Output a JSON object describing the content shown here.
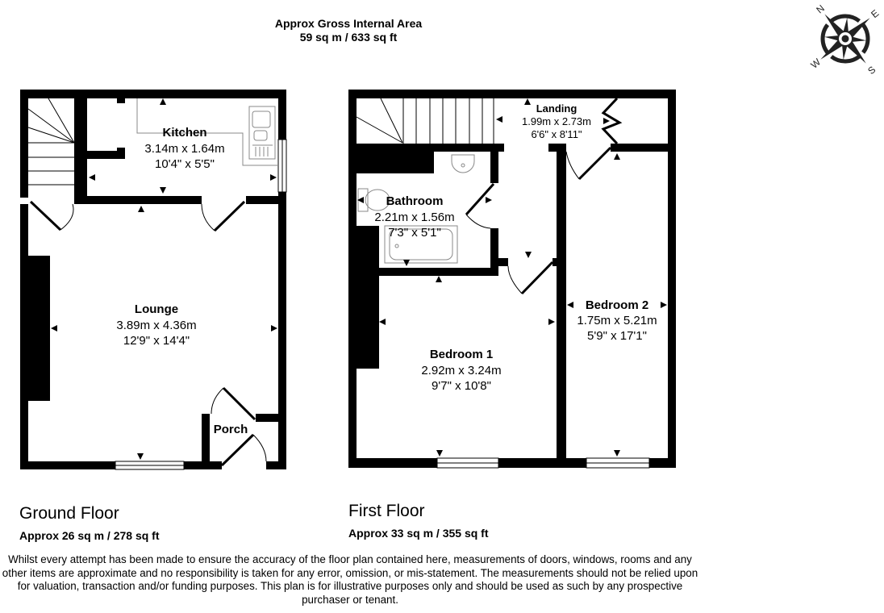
{
  "header": {
    "title": "Approx Gross Internal Area",
    "area": "59 sq m / 633 sq ft"
  },
  "compass": {
    "icon": "compass-rose-icon",
    "n": "N",
    "e": "E",
    "s": "S",
    "w": "W"
  },
  "ground_floor": {
    "label": "Ground Floor",
    "area": "Approx 26 sq m / 278 sq ft",
    "rooms": [
      {
        "name": "Kitchen",
        "metric": "3.14m x 1.64m",
        "imperial": "10'4\" x 5'5\""
      },
      {
        "name": "Lounge",
        "metric": "3.89m x 4.36m",
        "imperial": "12'9\" x 14'4\""
      },
      {
        "name": "Porch"
      }
    ]
  },
  "first_floor": {
    "label": "First Floor",
    "area": "Approx 33 sq m / 355 sq ft",
    "rooms": [
      {
        "name": "Landing",
        "metric": "1.99m x 2.73m",
        "imperial": "6'6\" x 8'11\""
      },
      {
        "name": "Bathroom",
        "metric": "2.21m x 1.56m",
        "imperial": "7'3\" x 5'1\""
      },
      {
        "name": "Bedroom 1",
        "metric": "2.92m x 3.24m",
        "imperial": "9'7\" x 10'8\""
      },
      {
        "name": "Bedroom 2",
        "metric": "1.75m x 5.21m",
        "imperial": "5'9\" x 17'1\""
      }
    ]
  },
  "disclaimer": "Whilst every attempt has been made to ensure the accuracy of the floor plan contained here, measurements of doors, windows, rooms and any other items are approximate and no responsibility is taken for any error, omission, or mis-statement. The measurements should not be relied upon for valuation, transaction and/or funding purposes. This plan is for illustrative purposes only and should be used as such by any prospective purchaser or tenant."
}
